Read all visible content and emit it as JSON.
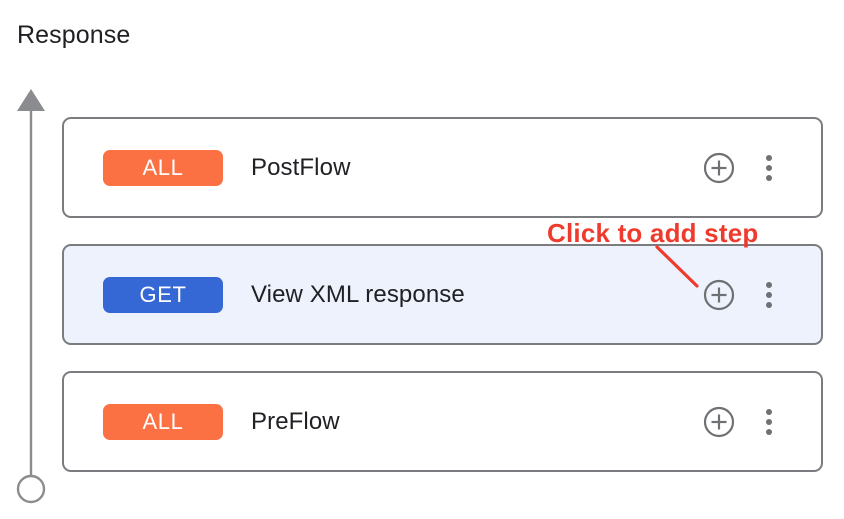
{
  "section": {
    "title": "Response"
  },
  "flow_axis": {
    "direction_icon": "up-arrow-icon",
    "endpoint_icon": "circle-endpoint-icon",
    "color": "#8a8c8f"
  },
  "steps": [
    {
      "id": "postflow",
      "badge": "ALL",
      "badge_color": "#fb7144",
      "name": "PostFlow",
      "selected": false,
      "add_icon": "plus-circle-icon",
      "menu_icon": "more-vertical-icon"
    },
    {
      "id": "view-xml-response",
      "badge": "GET",
      "badge_color": "#3568d4",
      "name": "View XML response",
      "selected": true,
      "add_icon": "plus-circle-icon",
      "menu_icon": "more-vertical-icon"
    },
    {
      "id": "preflow",
      "badge": "ALL",
      "badge_color": "#fb7144",
      "name": "PreFlow",
      "selected": false,
      "add_icon": "plus-circle-icon",
      "menu_icon": "more-vertical-icon"
    }
  ],
  "annotation": {
    "text": "Click to add step",
    "color": "#ef3b2d",
    "points_to": "add-step-button-view-xml-response"
  },
  "colors": {
    "card_border": "#7a7c7f",
    "selected_row_background": "#edf2fc",
    "icon_gray": "#6e7073",
    "text": "#202124"
  }
}
